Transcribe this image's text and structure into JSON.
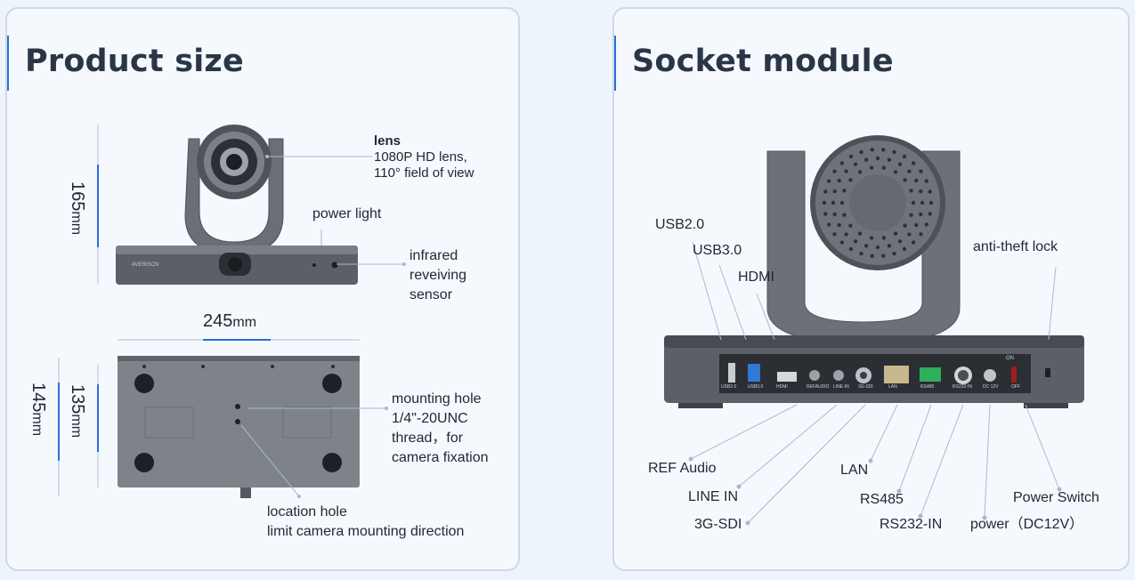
{
  "left_panel": {
    "title": "Product size",
    "dimensions": {
      "height": "165",
      "width": "245",
      "depth_outer": "145",
      "depth_inner": "135",
      "unit": "mm"
    },
    "callouts": {
      "lens_title": "lens",
      "lens_line1": "1080P HD lens,",
      "lens_line2": "110° field of view",
      "power_light": "power light",
      "infrared_1": "infrared",
      "infrared_2": "reveiving",
      "infrared_3": "sensor",
      "mounting_1": "mounting hole",
      "mounting_2": "1/4\"-20UNC",
      "mounting_3": "thread，for",
      "mounting_4": "camera fixation",
      "location_1": "location hole",
      "location_2": "limit camera mounting direction"
    },
    "brand": "AVERISCN"
  },
  "right_panel": {
    "title": "Socket module",
    "callouts": {
      "usb2": "USB2.0",
      "usb3": "USB3.0",
      "hdmi": "HDMI",
      "antitheft": "anti-theft lock",
      "ref_audio": "REF Audio",
      "line_in": "LINE IN",
      "sdi": "3G-SDI",
      "lan": "LAN",
      "rs485": "RS485",
      "rs232": "RS232-IN",
      "power": "power（DC12V）",
      "power_switch": "Power Switch"
    },
    "port_labels": [
      "USB2.0",
      "USB3.0",
      "HDMI",
      "REFAUDIO",
      "LINE-IN",
      "3G-SDI",
      "LAN",
      "RS485",
      "RS232-IN",
      "DC 12V",
      "OFF"
    ],
    "switch_on_label": "ON"
  },
  "colors": {
    "accent": "#2a6fd8",
    "panel_bg": "#f5f9fe",
    "device": "#5e636b"
  }
}
